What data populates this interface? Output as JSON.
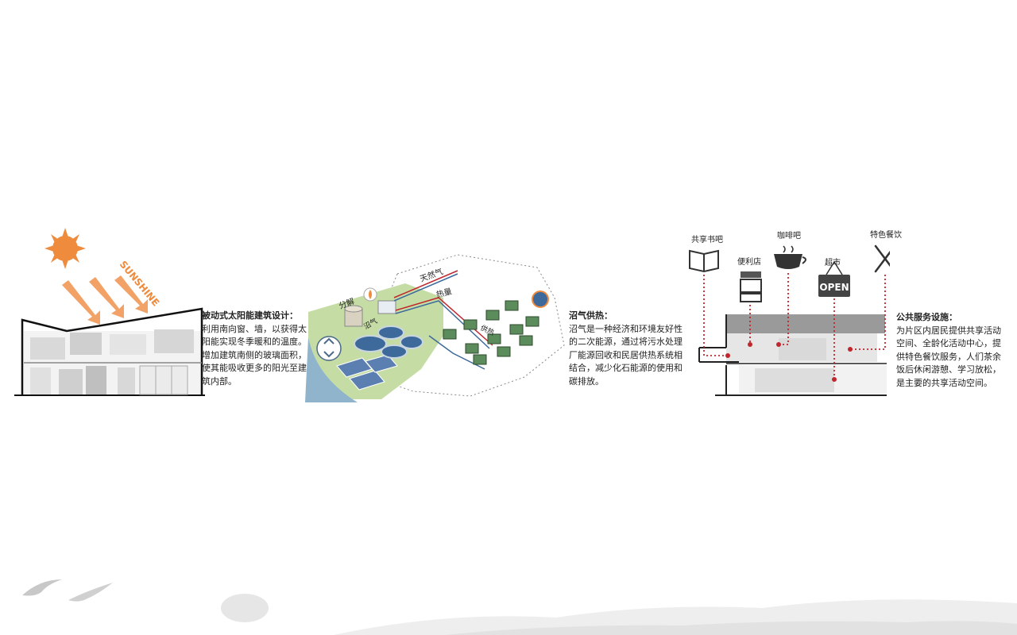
{
  "solar": {
    "sun_text": "SUNSHINE",
    "title": "被动式太阳能建筑设计：",
    "lines": [
      "利用南向窗、墙，以获得太",
      "阳能实现冬季暖和的温度。",
      "增加建筑南侧的玻璃面积，",
      "使其能吸收更多的阳光至建",
      "筑内部。"
    ]
  },
  "biogas": {
    "labels": {
      "natural_gas": "天然气",
      "heat": "热量",
      "decompose": "分解",
      "biogas": "沼气",
      "supply": "供热"
    },
    "title": "沼气供热：",
    "lines": [
      "沼气是一种经济和环境友好性",
      "的二次能源，通过将污水处理",
      "厂能源回收和民居供热系统相",
      "结合，减少化石能源的使用和",
      "碳排放。"
    ]
  },
  "services": {
    "labels": {
      "bookbar": "共享书吧",
      "store": "便利店",
      "cafe": "咖啡吧",
      "market": "超市",
      "dining": "特色餐饮",
      "open_sign": "OPEN"
    },
    "title": "公共服务设施：",
    "lines": [
      "为片区内居民提供共享活动",
      "空间、全龄化活动中心，提",
      "供特色餐饮服务，人们茶余",
      "饭后休闲游憩、学习放松，",
      "是主要的共享活动空间。"
    ]
  },
  "colors": {
    "sun": "#ef8b3c",
    "dotted_red": "#c0272d",
    "map_green": "#c5dca4",
    "water": "#8fb4cc"
  }
}
